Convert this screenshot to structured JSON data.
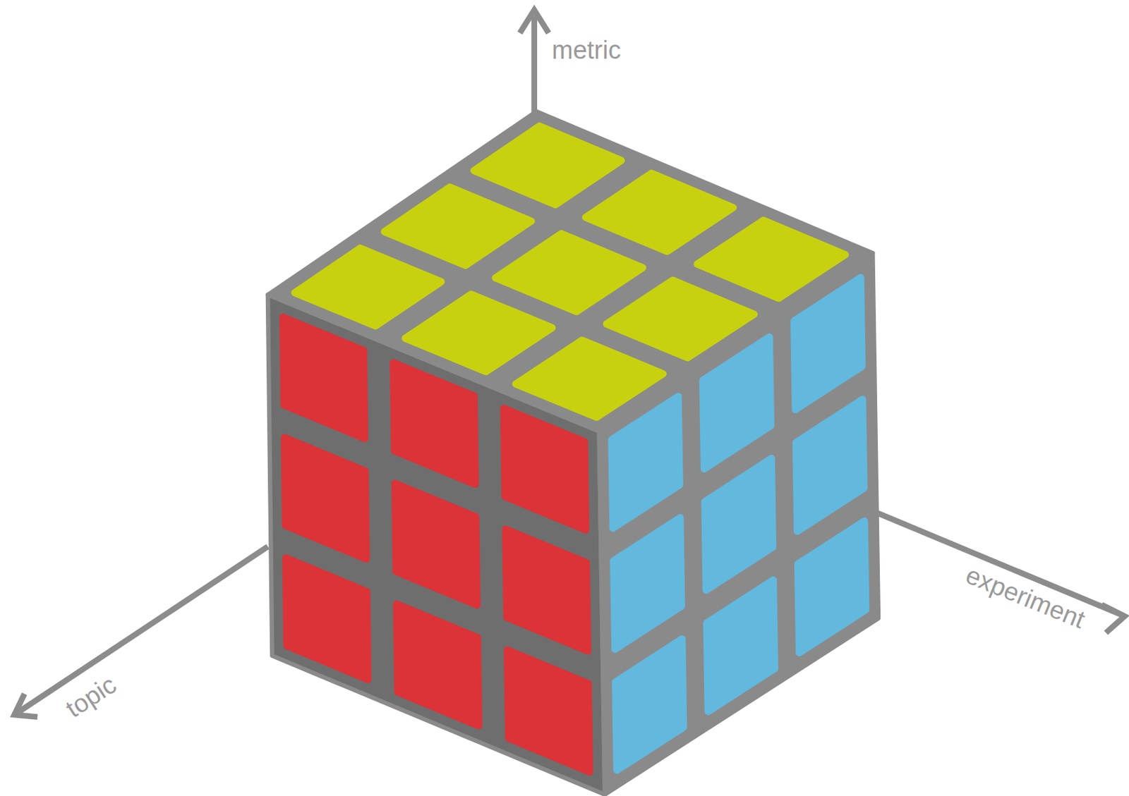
{
  "diagram": {
    "labels": [
      "metric",
      "topic",
      "experiment"
    ]
  }
}
